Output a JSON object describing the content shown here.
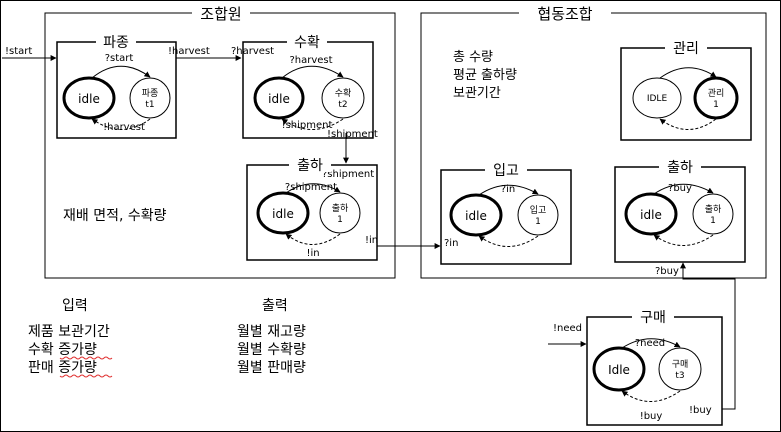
{
  "groups": {
    "union": "조합원",
    "coop": "협동조합"
  },
  "modules": {
    "sowing": "파종",
    "harvest": "수확",
    "ship": "출하",
    "mgmt": "관리",
    "intake": "입고",
    "coop_ship": "출하",
    "purchase": "구매"
  },
  "states": {
    "sowing_idle": "idle",
    "sowing_active": [
      "파종",
      "t1"
    ],
    "harvest_idle": "idle",
    "harvest_active": [
      "수확",
      "t2"
    ],
    "ship_idle": "idle",
    "ship_active": [
      "출하",
      "1"
    ],
    "mgmt_idle": "IDLE",
    "mgmt_active": [
      "관리",
      "1"
    ],
    "intake_idle": "idle",
    "intake_active": [
      "입고",
      "1"
    ],
    "coopship_idle": "idle",
    "coopship_active": [
      "출하",
      "1"
    ],
    "purchase_idle": "Idle",
    "purchase_active": [
      "구매",
      "t3"
    ]
  },
  "events": {
    "start_in": "!start",
    "sowing_start": "?start",
    "sowing_harvest_back": "!harvest",
    "sowing_harvest_out": "!harvest",
    "harvest_in": "?harvest",
    "harvest_internal": "?harvest",
    "harvest_shipment_back": "!shipment",
    "harvest_shipment_out": "!shipment",
    "ship_in": "?shipment",
    "ship_internal": "?shipment",
    "ship_in_back": "!in",
    "ship_in_out": "!in",
    "intake_in": "?in",
    "intake_internal": "?in",
    "coopship_internal": "?buy",
    "coopship_buy_in": "?buy",
    "need_in": "!need",
    "purchase_internal": "?need",
    "purchase_buy_back": "!buy",
    "purchase_buy_out": "!buy"
  },
  "notes": {
    "union_note": "재배 면적, 수확량",
    "coop_note": [
      "총 수량",
      "평균 출하량",
      "보관기간"
    ]
  },
  "io": {
    "input_title": "입력",
    "inputs": [
      "제품 보관기간",
      "수확 증가량",
      "판매 증가량"
    ],
    "output_title": "출력",
    "outputs": [
      "월별 재고량",
      "월별 수확량",
      "월별 판매량"
    ]
  }
}
